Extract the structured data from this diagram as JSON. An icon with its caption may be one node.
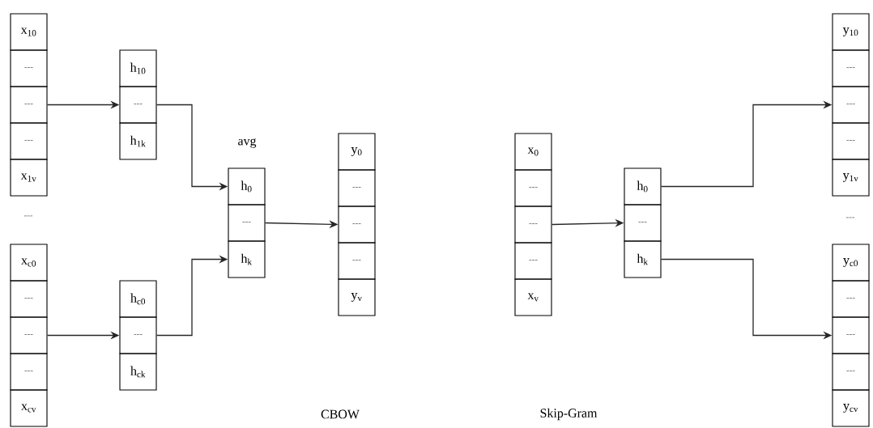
{
  "diagram": {
    "nodes": [
      {
        "text": [
          "x$_{10}$"
        ]
      },
      {
        "text": [
          "---"
        ]
      },
      {
        "text": [
          "---"
        ]
      },
      {
        "text": [
          "---"
        ]
      },
      {
        "text": [
          "x$_{1v}$"
        ]
      },
      {
        "text": [
          "h$_{10}$"
        ]
      },
      {
        "text": [
          "---"
        ]
      },
      {
        "text": [
          "h$_{1k}$"
        ]
      },
      {
        "text": [
          "x$_{c0}$"
        ]
      },
      {
        "text": [
          "---"
        ]
      },
      {
        "text": [
          "---"
        ]
      },
      {
        "text": [
          "---"
        ]
      },
      {
        "text": [
          "x$_{cv}$"
        ]
      },
      {
        "text": [
          "h$_{c0}$"
        ]
      },
      {
        "text": [
          "---"
        ]
      },
      {
        "text": [
          "h$_{ck}$"
        ]
      },
      {
        "text": [
          "h$_{0}$"
        ]
      },
      {
        "text": [
          "---"
        ]
      },
      {
        "text": [
          "h$_{k}$"
        ]
      },
      {
        "text": [
          "y$_{0}$"
        ]
      },
      {
        "text": [
          "---"
        ]
      },
      {
        "text": [
          "---"
        ]
      },
      {
        "text": [
          "---"
        ]
      },
      {
        "text": [
          "y$_{v}$"
        ]
      },
      {
        "text": [
          "x$_{0}$"
        ]
      },
      {
        "text": [
          "---"
        ]
      },
      {
        "text": [
          "---"
        ]
      },
      {
        "text": [
          "---"
        ]
      },
      {
        "text": [
          "x$_{v}$"
        ]
      },
      {
        "text": [
          "h$_{0}$"
        ]
      },
      {
        "text": [
          "---"
        ]
      },
      {
        "text": [
          "h$_{k}$"
        ]
      },
      {
        "text": [
          "y$_{10}$"
        ]
      },
      {
        "text": [
          "---"
        ]
      },
      {
        "text": [
          "---"
        ]
      },
      {
        "text": [
          "---"
        ]
      },
      {
        "text": [
          "y$_{1v}$"
        ]
      },
      {
        "text": [
          "y$_{c0}$"
        ]
      },
      {
        "text": [
          "---"
        ]
      },
      {
        "text": [
          "---"
        ]
      },
      {
        "text": [
          "---"
        ]
      },
      {
        "text": [
          "y$_{cv}$"
        ]
      }
    ],
    "edges": [
      {
        "from": 2,
        "to": 6,
        "arrow": "to"
      },
      {
        "from": 10,
        "to": 14,
        "arrow": "to"
      },
      {
        "from": 6,
        "to": 16,
        "arrow": "to"
      },
      {
        "from": 14,
        "to": 18,
        "arrow": "to"
      },
      {
        "from": 17,
        "to": 21,
        "arrow": "to"
      },
      {
        "from": 26,
        "to": 30,
        "arrow": "to"
      },
      {
        "from": 29,
        "to": 34,
        "arrow": "to"
      },
      {
        "from": 31,
        "to": 39,
        "arrow": "to"
      }
    ],
    "labels": [
      "avg",
      "---",
      "---",
      "CBOW",
      "Skip-Gram"
    ]
  }
}
